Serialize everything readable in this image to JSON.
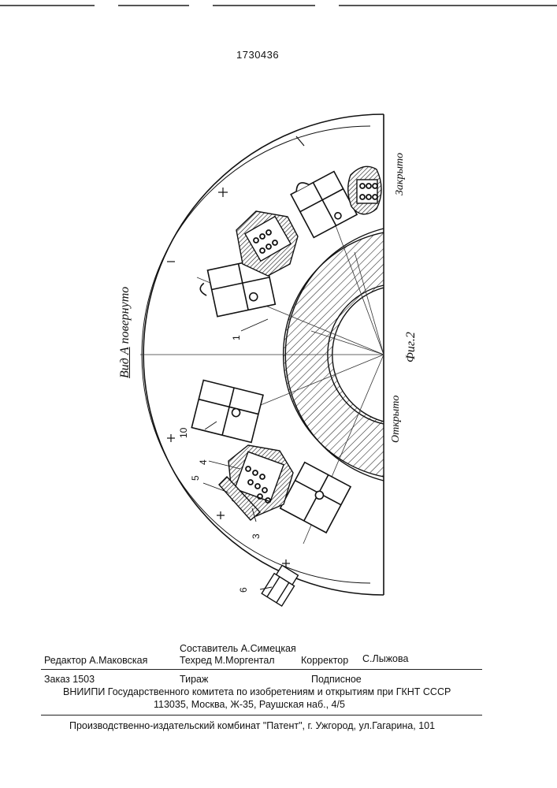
{
  "patent_number": "1730436",
  "view_label_underlined": "Вид А",
  "view_label_rest": "повернуто",
  "state_closed": "Закрыто",
  "state_open": "Открыто",
  "figure_label": "Фиг.2",
  "part_numbers": {
    "p1": "1",
    "p3": "3",
    "p4": "4",
    "p5": "5",
    "p6": "6",
    "p10": "10"
  },
  "footer": {
    "compiler": "Составитель А.Симецкая",
    "editor": "Редактор А.Маковская",
    "techred": "Техред М.Моргентал",
    "corrector_label": "Корректор",
    "corrector_name": "С.Лыжова",
    "order": "Заказ  1503",
    "circulation": "Тираж",
    "subscription": "Подписное",
    "institute": "ВНИИПИ Государственного комитета по изобретениям и открытиям при ГКНТ СССР",
    "address": "113035, Москва, Ж-35, Раушская наб., 4/5",
    "publisher": "Производственно-издательский комбинат \"Патент\", г. Ужгород, ул.Гагарина, 101"
  }
}
